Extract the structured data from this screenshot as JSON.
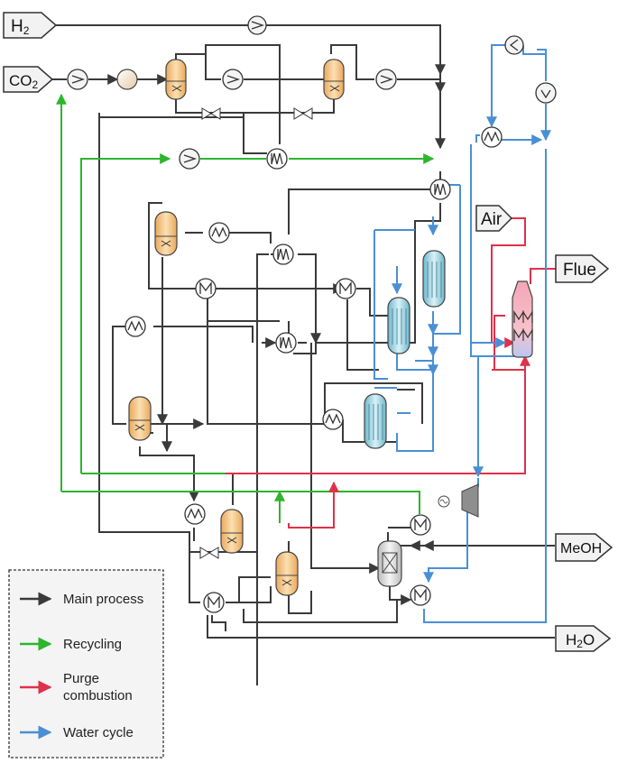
{
  "colors": {
    "main": "#3a3a3a",
    "recycle": "#2db52d",
    "purge": "#e0304a",
    "water": "#4a8fd4",
    "vessel": "#f5c98a",
    "reactor": "#9fd3e0",
    "furnace": "#f4a6b6",
    "furnace_bottom": "#b9c7f0",
    "arrow_fill": "#f2f2f2"
  },
  "streams": {
    "h2": {
      "label": "H",
      "sub": "2"
    },
    "co2": {
      "label": "CO",
      "sub": "2"
    },
    "air": {
      "label": "Air"
    },
    "flue": {
      "label": "Flue"
    },
    "meoh": {
      "label": "MeOH"
    },
    "h2o": {
      "label": "H",
      "sub": "2",
      "tail": "O"
    }
  },
  "legend": [
    {
      "key": "main",
      "label": "Main process"
    },
    {
      "key": "recycle",
      "label": "Recycling"
    },
    {
      "key": "purge",
      "label": "Purge combustion",
      "lines": [
        "Purge",
        "combustion"
      ]
    },
    {
      "key": "water",
      "label": "Water cycle"
    }
  ]
}
